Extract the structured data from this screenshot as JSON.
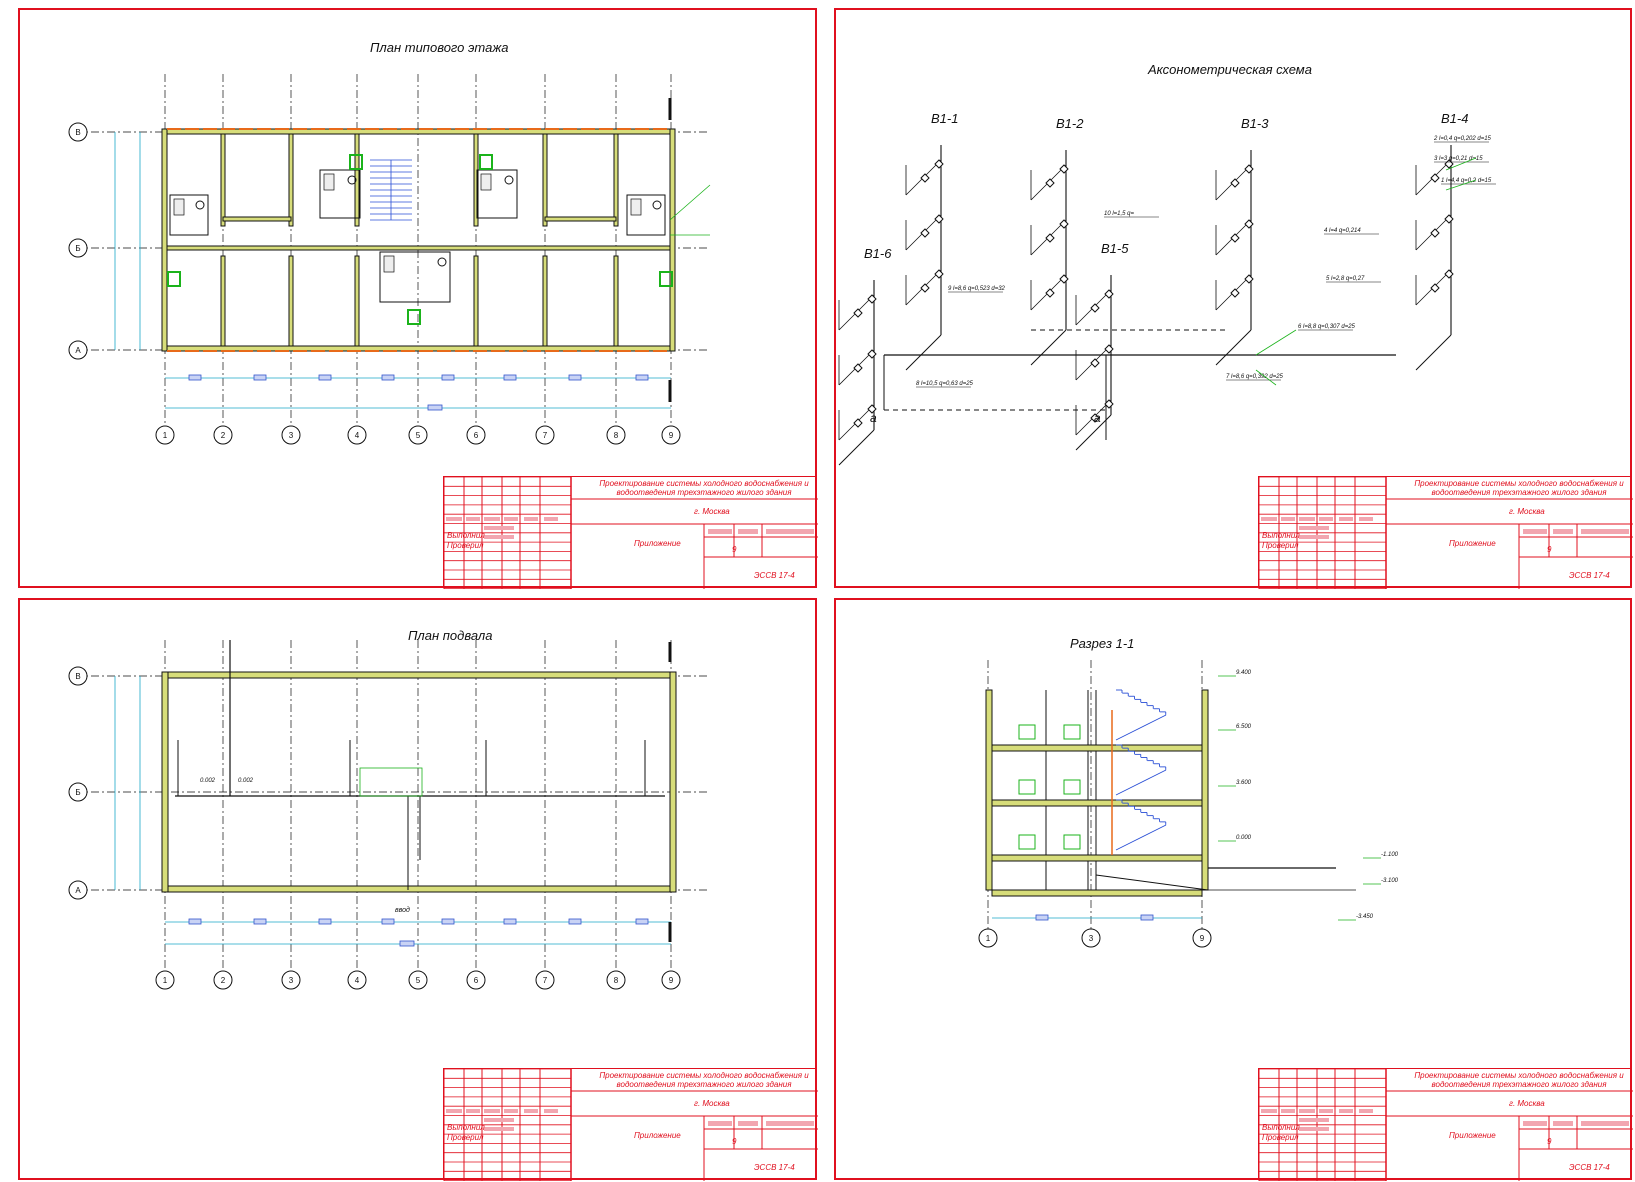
{
  "sheets": [
    {
      "id": "plan-floor",
      "title": "План типового этажа"
    },
    {
      "id": "axonometric",
      "title": "Аксонометрическая схема"
    },
    {
      "id": "plan-basement",
      "title": "План подвала"
    },
    {
      "id": "section",
      "title": "Разрез 1-1"
    }
  ],
  "stamp": {
    "project": "Проектирование системы холодного водоснабжения и водоотведения трехэтажного жилого здания",
    "city": "г. Москва",
    "role_done": "Выполнил",
    "role_checked": "Проверил",
    "doc": "Приложение",
    "code": "ЭССВ 17-4",
    "sheet_no": "9"
  },
  "plan": {
    "col_axes": [
      "1",
      "2",
      "3",
      "4",
      "5",
      "6",
      "7",
      "8",
      "9"
    ],
    "row_axes": [
      "В",
      "Б",
      "А"
    ]
  },
  "riser_labels": [
    "В1-1",
    "В1-2",
    "В1-3",
    "В1-4",
    "В1-5",
    "В1-6"
  ],
  "axo_notes": {
    "a": "а",
    "n10": "10 l=1,5 q=",
    "n9": "9 l=8,6 q=0,523 d=32",
    "n8": "8 l=10,5 q=0,63 d=25",
    "n7": "7 l=8,6 q=0,392 d=25",
    "n6": "6 l=8,8 q=0,307 d=25",
    "n5": "5 l=2,8 q=0,27",
    "n4": "4 l=4 q=0,214",
    "n3": "3 l=3 q=0,21 d=15",
    "n2": "2 l=0,4 q=0,202 d=15",
    "n1": "1 l=4,4 q=0,2 d=15"
  },
  "basement_notes": {
    "vvod": "ввод",
    "zero": "0.002"
  },
  "section_levels": [
    "9.400",
    "6.500",
    "3.600",
    "0.000",
    "-1.100",
    "-3.100",
    "-3.450"
  ],
  "section_axes": [
    "1",
    "3",
    "9"
  ],
  "colors": {
    "frame": "#e0101f",
    "wall_orange": "#e86a1a",
    "pipe_green": "#1bb31b",
    "dim_cyan": "#1aa8c8",
    "stair_blue": "#2a4fd6",
    "hatch_yellow": "#d7dd7a",
    "line": "#111111"
  }
}
